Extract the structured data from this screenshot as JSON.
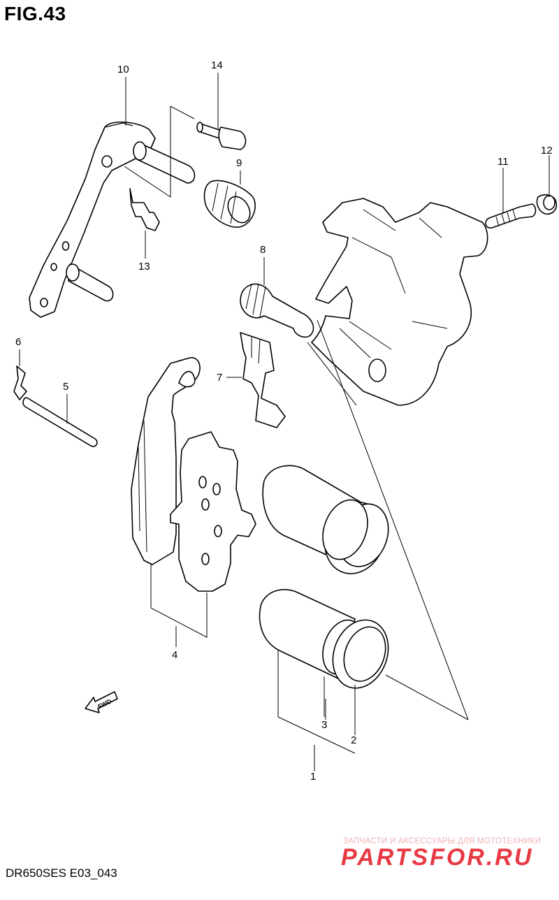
{
  "figure": {
    "title": "FIG.43",
    "code": "DR650SES E03_043"
  },
  "callouts": [
    "1",
    "2",
    "3",
    "4",
    "5",
    "6",
    "7",
    "8",
    "9",
    "10",
    "11",
    "12",
    "13",
    "14"
  ],
  "fwd_label": "FWD",
  "watermark": {
    "caption": "ЗАПЧАСТИ И АКСЕССУАРЫ ДЛЯ МОТОТЕХНИКИ",
    "logo_text": "PARTSFOR.RU",
    "color": "#e83a44"
  }
}
